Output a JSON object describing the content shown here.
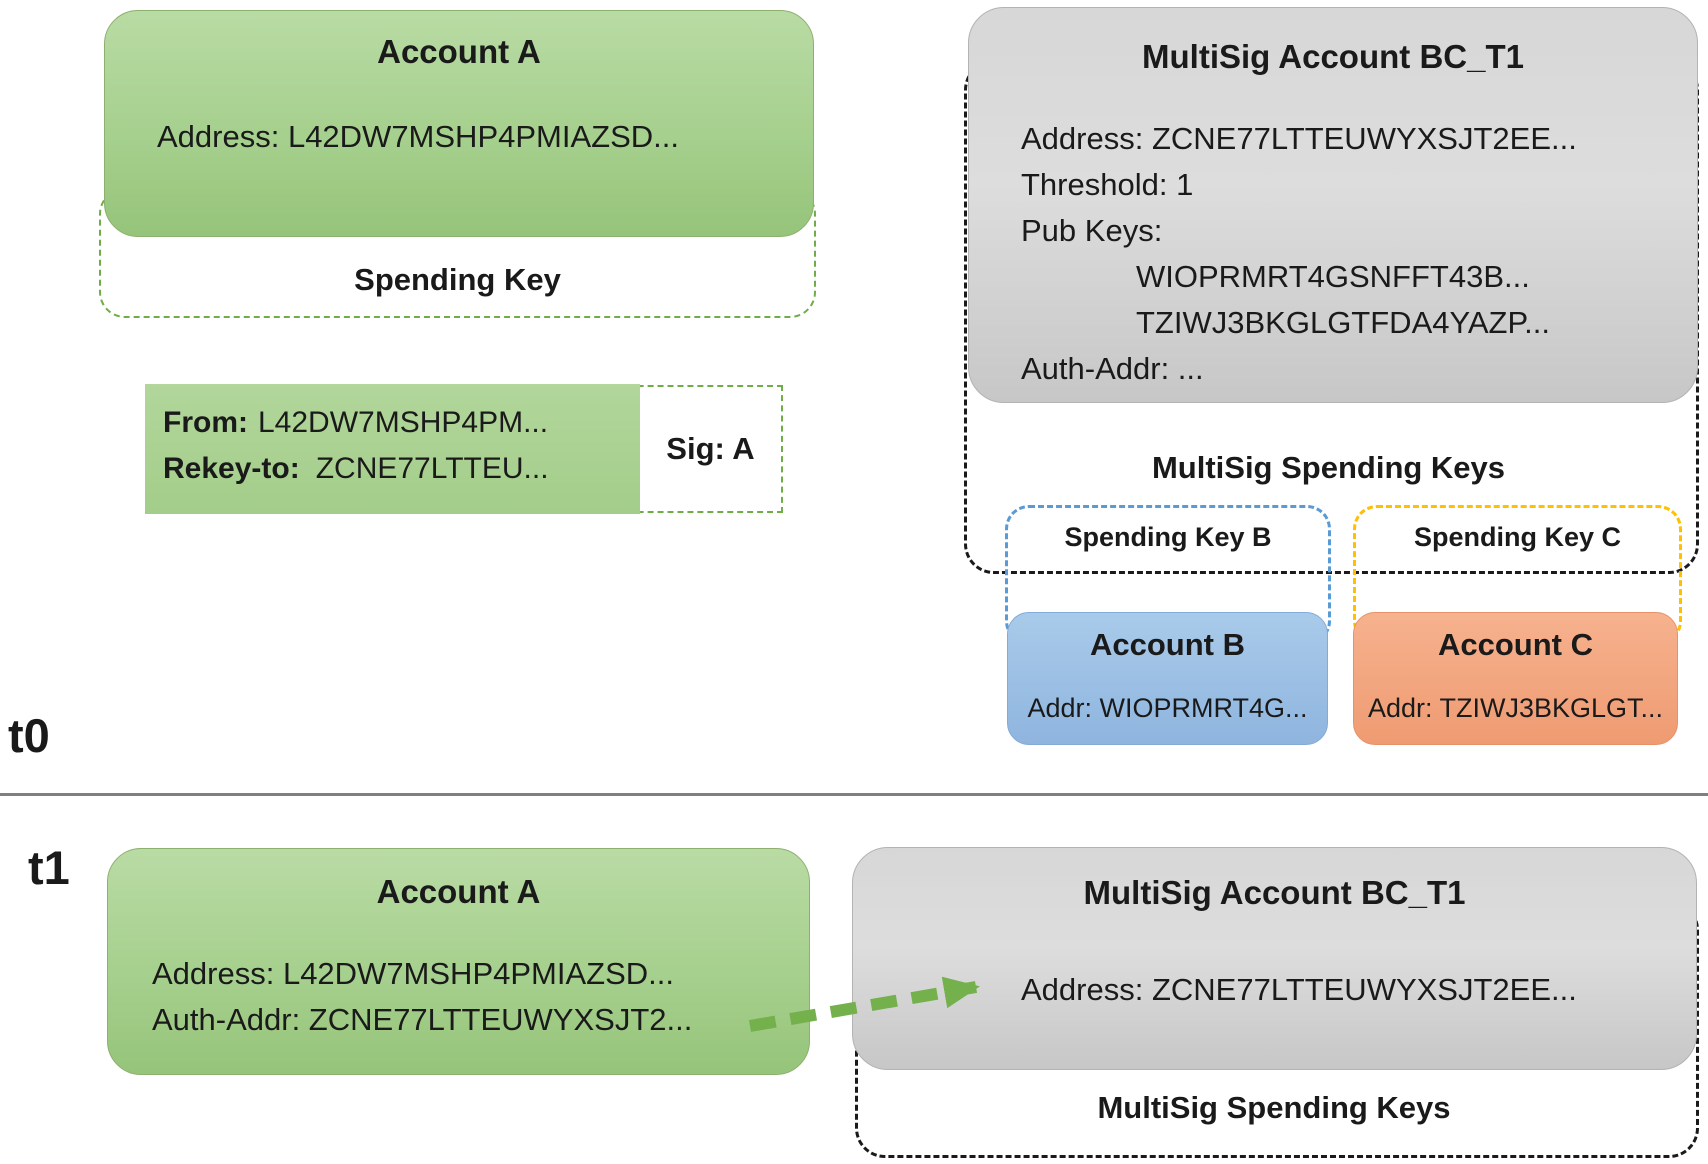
{
  "t0": {
    "label": "t0",
    "account_a": {
      "title": "Account A",
      "address": "Address: L42DW7MSHP4PMIAZSD...",
      "spending_key_label": "Spending Key"
    },
    "rekey_txn": {
      "from_label": "From:",
      "from_value": "L42DW7MSHP4PM...",
      "rekey_label": "Rekey-to:",
      "rekey_value": "ZCNE77LTTEU...",
      "sig": "Sig: A"
    },
    "multisig": {
      "title": "MultiSig Account BC_T1",
      "address": "Address: ZCNE77LTTEUWYXSJT2EE...",
      "threshold": "Threshold: 1",
      "pub_keys_label": "Pub Keys:",
      "pub_key_1": "WIOPRMRT4GSNFFT43B...",
      "pub_key_2": "TZIWJ3BKGLGTFDA4YAZP...",
      "auth_addr": "Auth-Addr: ...",
      "spending_keys_title": "MultiSig Spending Keys",
      "spending_key_b_label": "Spending Key B",
      "spending_key_c_label": "Spending Key C",
      "account_b": {
        "title": "Account B",
        "addr": "Addr: WIOPRMRT4G..."
      },
      "account_c": {
        "title": "Account C",
        "addr": "Addr: TZIWJ3BKGLGT..."
      }
    }
  },
  "t1": {
    "label": "t1",
    "account_a": {
      "title": "Account A",
      "address": "Address: L42DW7MSHP4PMIAZSD...",
      "auth_addr": "Auth-Addr: ZCNE77LTTEUWYXSJT2..."
    },
    "multisig": {
      "title": "MultiSig Account BC_T1",
      "address": "Address: ZCNE77LTTEUWYXSJT2EE...",
      "spending_keys_title": "MultiSig Spending Keys"
    }
  },
  "colors": {
    "account_green_fill": "#a6d08e",
    "green_dash": "#70ad47",
    "multisig_gray_fill": "#d6d6d6",
    "account_b_blue_fill": "#9dc3e6",
    "spending_key_b_dash": "#5b9bd5",
    "account_c_orange_fill": "#f4a97f",
    "spending_key_c_dash": "#ffc000",
    "outer_container_dash": "#1a1a1a",
    "rekey_arrow_green": "#74b04c",
    "timeline_divider": "#7f7f7f"
  }
}
